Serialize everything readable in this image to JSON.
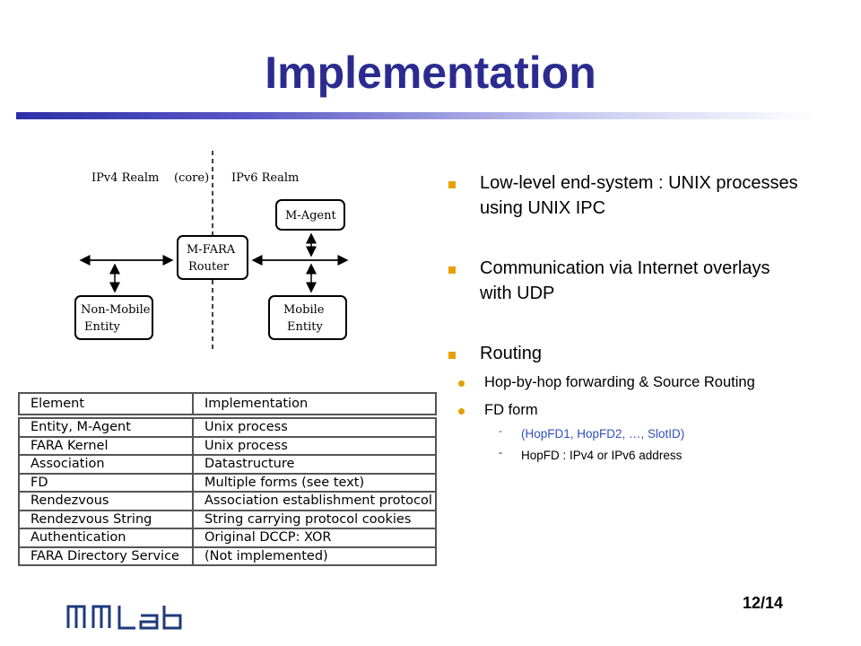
{
  "title": "Implementation",
  "diagram": {
    "realm_left": "IPv4 Realm",
    "realm_left_sub": "(core)",
    "realm_right": "IPv6 Realm",
    "agent": "M-Agent",
    "router_line1": "M-FARA",
    "router_line2": "Router",
    "nonmobile_line1": "Non-Mobile",
    "nonmobile_line2": "Entity",
    "mobile_line1": "Mobile",
    "mobile_line2": "Entity"
  },
  "table": {
    "headers": [
      "Element",
      "Implementation"
    ],
    "rows": [
      [
        "Entity, M-Agent",
        "Unix process"
      ],
      [
        "FARA Kernel",
        "Unix process"
      ],
      [
        "Association",
        "Datastructure"
      ],
      [
        "FD",
        "Multiple forms (see text)"
      ],
      [
        "Rendezvous",
        "Association establishment protocol"
      ],
      [
        "Rendezvous String",
        "String carrying protocol cookies"
      ],
      [
        "Authentication",
        "Original DCCP: XOR"
      ],
      [
        "FARA Directory Service",
        "(Not implemented)"
      ]
    ]
  },
  "bullets": {
    "b1": "Low-level end-system : UNIX processes using UNIX IPC",
    "b2": "Communication via Internet overlays with UDP",
    "b3": "Routing",
    "b3_sub1": "Hop-by-hop forwarding & Source Routing",
    "b3_sub2": "FD form",
    "b3_sub2_a": "(HopFD1, HopFD2, …, SlotID)",
    "b3_sub2_b": "HopFD : IPv4 or IPv6 address"
  },
  "page_number": "12/14",
  "logo_text": "MMLab",
  "colors": {
    "title": "#2b2b8f",
    "bullet": "#e8a000",
    "sub_blue": "#3050c0"
  }
}
